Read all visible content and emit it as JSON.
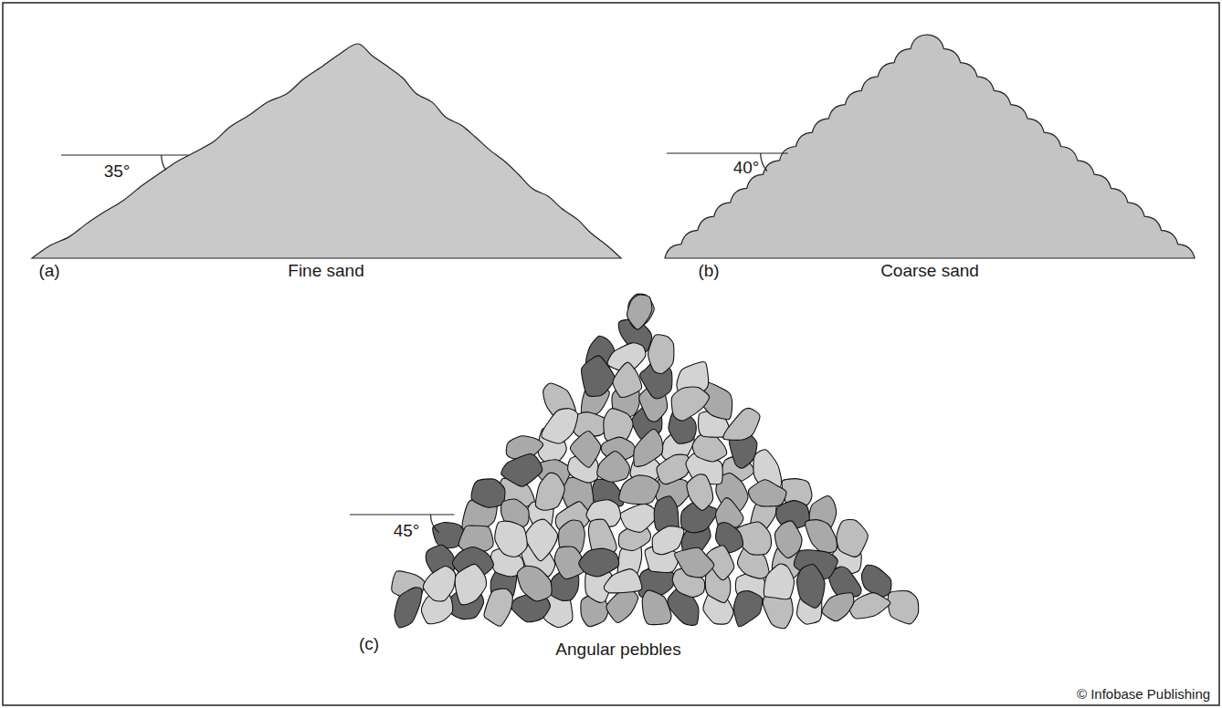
{
  "diagram": {
    "labels": [
      "35°",
      "(a)",
      "Fine sand",
      "40°",
      "(b)",
      "Coarse sand",
      "45°",
      "(c)",
      "Angular pebbles",
      "© Infobase Publishing"
    ]
  }
}
